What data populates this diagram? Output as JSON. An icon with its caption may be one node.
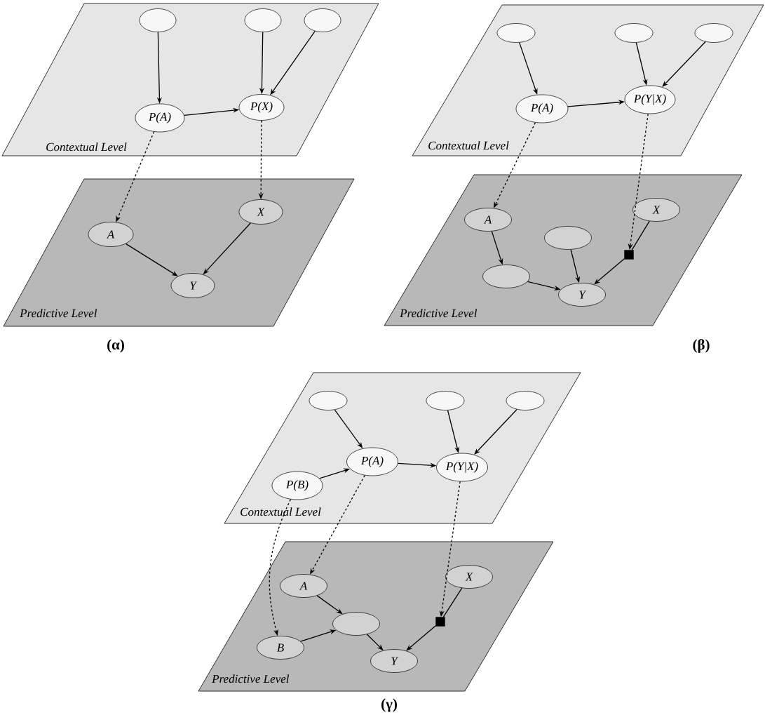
{
  "diagram": {
    "nodes": [
      {
        "text": [
          "Contextual Level"
        ]
      },
      {
        "text": [],
        "shape": "ellipse",
        "in": 0
      },
      {
        "text": [],
        "shape": "ellipse",
        "in": 0
      },
      {
        "text": [],
        "shape": "ellipse",
        "in": 0
      },
      {
        "text": [
          "P(A)"
        ],
        "in": 0
      },
      {
        "text": [
          "P(X)"
        ],
        "in": 0
      },
      {
        "text": [
          "Predictive Level"
        ]
      },
      {
        "text": [
          "A"
        ],
        "in": 6
      },
      {
        "text": [
          "X"
        ],
        "in": 6
      },
      {
        "text": [
          "Y"
        ],
        "in": 6
      },
      {
        "text": [
          "Contextual Level"
        ]
      },
      {
        "text": [],
        "shape": "ellipse",
        "in": 10
      },
      {
        "text": [],
        "shape": "ellipse",
        "in": 10
      },
      {
        "text": [],
        "shape": "ellipse",
        "in": 10
      },
      {
        "text": [
          "P(A)"
        ],
        "in": 10
      },
      {
        "text": [
          "P(Y|X)"
        ],
        "in": 10
      },
      {
        "text": [
          "Predictive Level"
        ]
      },
      {
        "text": [
          "A"
        ],
        "in": 16
      },
      {
        "text": [],
        "shape": "ellipse",
        "in": 16
      },
      {
        "text": [
          "X"
        ],
        "in": 16
      },
      {
        "text": [],
        "shape": "box",
        "in": 16
      },
      {
        "text": [],
        "shape": "ellipse",
        "in": 16
      },
      {
        "text": [
          "Y"
        ],
        "in": 16
      },
      {
        "text": [
          "Contextual Level"
        ]
      },
      {
        "text": [],
        "shape": "ellipse",
        "in": 23
      },
      {
        "text": [],
        "shape": "ellipse",
        "in": 23
      },
      {
        "text": [],
        "shape": "ellipse",
        "in": 23
      },
      {
        "text": [
          "P(A)"
        ],
        "in": 23
      },
      {
        "text": [
          "P(Y|X)"
        ],
        "in": 23
      },
      {
        "text": [
          "P(B)"
        ],
        "in": 23
      },
      {
        "text": [
          "Predictive Level"
        ]
      },
      {
        "text": [
          "A"
        ],
        "in": 30
      },
      {
        "text": [
          "X"
        ],
        "in": 30
      },
      {
        "text": [],
        "shape": "ellipse",
        "in": 30
      },
      {
        "text": [],
        "shape": "box",
        "in": 30
      },
      {
        "text": [
          "B"
        ],
        "in": 30
      },
      {
        "text": [
          "Y"
        ],
        "in": 30
      }
    ],
    "edges": [
      {
        "from": 1,
        "to": 4,
        "arrow": "to"
      },
      {
        "from": 2,
        "to": 5,
        "arrow": "to"
      },
      {
        "from": 3,
        "to": 5,
        "arrow": "to"
      },
      {
        "from": 4,
        "to": 5,
        "arrow": "to"
      },
      {
        "from": 4,
        "to": 7,
        "arrow": "to",
        "style": "dashed"
      },
      {
        "from": 5,
        "to": 8,
        "arrow": "to",
        "style": "dashed"
      },
      {
        "from": 7,
        "to": 9,
        "arrow": "to"
      },
      {
        "from": 8,
        "to": 9,
        "arrow": "to"
      },
      {
        "from": 11,
        "to": 14,
        "arrow": "to"
      },
      {
        "from": 12,
        "to": 15,
        "arrow": "to"
      },
      {
        "from": 13,
        "to": 15,
        "arrow": "to"
      },
      {
        "from": 14,
        "to": 15,
        "arrow": "to"
      },
      {
        "from": 14,
        "to": 17,
        "arrow": "to",
        "style": "dashed"
      },
      {
        "from": 15,
        "to": 20,
        "arrow": "to",
        "style": "dashed"
      },
      {
        "from": 17,
        "to": 21,
        "arrow": "to"
      },
      {
        "from": 21,
        "to": 22,
        "arrow": "to"
      },
      {
        "from": 18,
        "to": 22,
        "arrow": "to"
      },
      {
        "from": 19,
        "to": 20,
        "arrow": "none"
      },
      {
        "from": 20,
        "to": 22,
        "arrow": "to"
      },
      {
        "from": 24,
        "to": 27,
        "arrow": "to"
      },
      {
        "from": 25,
        "to": 28,
        "arrow": "to"
      },
      {
        "from": 26,
        "to": 28,
        "arrow": "to"
      },
      {
        "from": 29,
        "to": 27,
        "arrow": "to"
      },
      {
        "from": 27,
        "to": 28,
        "arrow": "to"
      },
      {
        "from": 27,
        "to": 31,
        "arrow": "to",
        "style": "dashed"
      },
      {
        "from": 29,
        "to": 35,
        "arrow": "to",
        "style": "dashed"
      },
      {
        "from": 28,
        "to": 34,
        "arrow": "to",
        "style": "dashed"
      },
      {
        "from": 31,
        "to": 33,
        "arrow": "to"
      },
      {
        "from": 35,
        "to": 33,
        "arrow": "to"
      },
      {
        "from": 33,
        "to": 36,
        "arrow": "to"
      },
      {
        "from": 32,
        "to": 34,
        "arrow": "none"
      },
      {
        "from": 34,
        "to": 36,
        "arrow": "to"
      }
    ],
    "labels": [
      "(α)",
      "(β)",
      "(γ)"
    ]
  }
}
